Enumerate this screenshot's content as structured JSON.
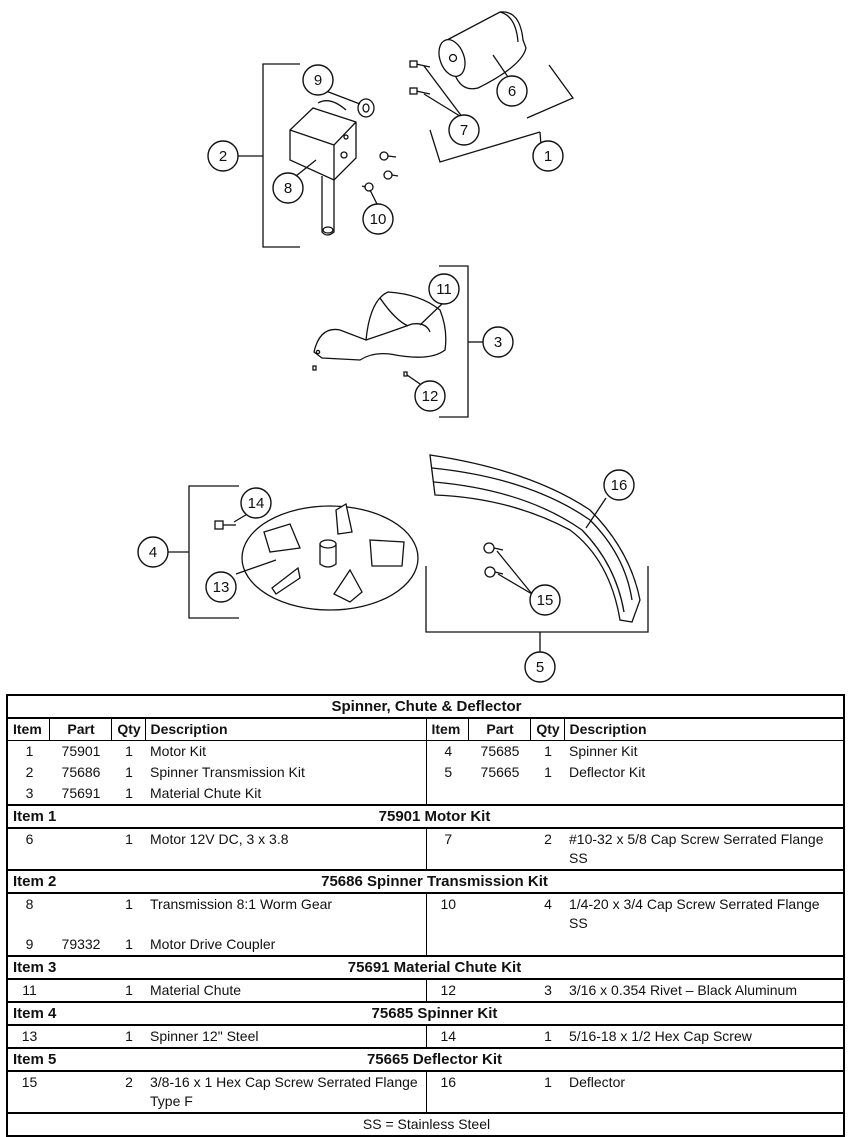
{
  "diagram": {
    "callouts": [
      "1",
      "2",
      "3",
      "4",
      "5",
      "6",
      "7",
      "8",
      "9",
      "10",
      "11",
      "12",
      "13",
      "14",
      "15",
      "16"
    ]
  },
  "table": {
    "title": "Spinner, Chute & Deflector",
    "headers": [
      "Item",
      "Part",
      "Qty",
      "Description",
      "Item",
      "Part",
      "Qty",
      "Description"
    ],
    "summary_rows": [
      {
        "l": [
          "1",
          "75901",
          "1",
          "Motor Kit"
        ],
        "r": [
          "4",
          "75685",
          "1",
          "Spinner Kit"
        ]
      },
      {
        "l": [
          "2",
          "75686",
          "1",
          "Spinner Transmission Kit"
        ],
        "r": [
          "5",
          "75665",
          "1",
          "Deflector Kit"
        ]
      },
      {
        "l": [
          "3",
          "75691",
          "1",
          "Material Chute Kit"
        ],
        "r": [
          "",
          "",
          "",
          ""
        ]
      }
    ],
    "sections": [
      {
        "label": "Item 1",
        "title": "75901  Motor Kit",
        "rows": [
          {
            "l": [
              "6",
              "",
              "1",
              "Motor 12V DC, 3 x 3.8"
            ],
            "r": [
              "7",
              "",
              "2",
              "#10-32 x 5/8 Cap Screw Serrated Flange SS"
            ]
          }
        ]
      },
      {
        "label": "Item 2",
        "title": "75686  Spinner Transmission Kit",
        "rows": [
          {
            "l": [
              "8",
              "",
              "1",
              "Transmission 8:1 Worm Gear"
            ],
            "r": [
              "10",
              "",
              "4",
              "1/4-20 x 3/4 Cap Screw Serrated Flange SS"
            ]
          },
          {
            "l": [
              "9",
              "79332",
              "1",
              "Motor Drive Coupler"
            ],
            "r": [
              "",
              "",
              "",
              ""
            ]
          }
        ]
      },
      {
        "label": "Item 3",
        "title": "75691  Material Chute Kit",
        "rows": [
          {
            "l": [
              "11",
              "",
              "1",
              "Material Chute"
            ],
            "r": [
              "12",
              "",
              "3",
              "3/16 x 0.354 Rivet – Black Aluminum"
            ]
          }
        ]
      },
      {
        "label": "Item 4",
        "title": "75685  Spinner Kit",
        "rows": [
          {
            "l": [
              "13",
              "",
              "1",
              "Spinner 12\" Steel"
            ],
            "r": [
              "14",
              "",
              "1",
              "5/16-18 x 1/2 Hex Cap Screw"
            ]
          }
        ]
      },
      {
        "label": "Item 5",
        "title": "75665  Deflector Kit",
        "rows": [
          {
            "l": [
              "15",
              "",
              "2",
              "3/8-16 x 1 Hex Cap Screw Serrated Flange Type F"
            ],
            "r": [
              "16",
              "",
              "1",
              "Deflector"
            ]
          }
        ]
      }
    ],
    "footer": "SS = Stainless Steel"
  }
}
